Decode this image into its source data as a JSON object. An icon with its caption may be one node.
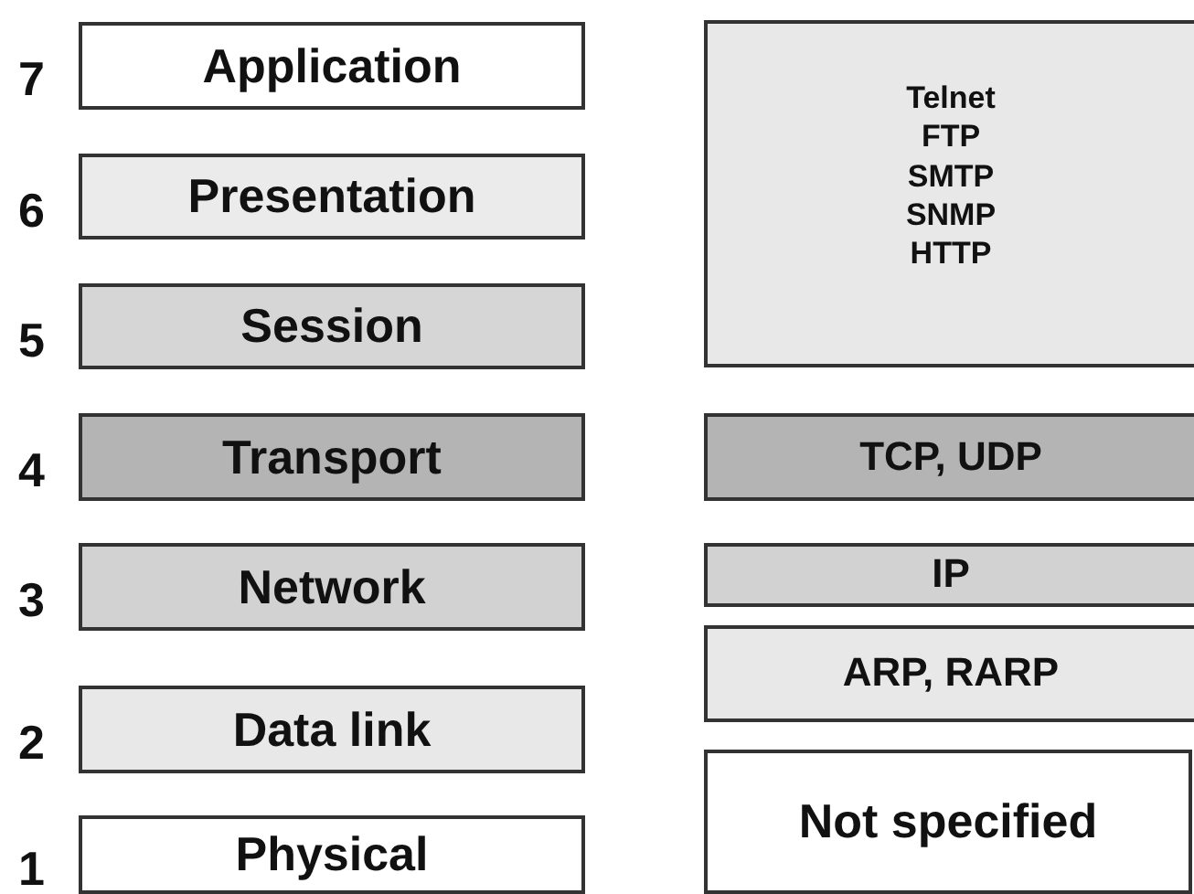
{
  "diagram": {
    "nodes": [
      {
        "text": [
          "Application"
        ],
        "beside": [
          "7"
        ]
      },
      {
        "text": [
          "Presentation"
        ],
        "beside": [
          "6"
        ]
      },
      {
        "text": [
          "Session"
        ],
        "beside": [
          "5"
        ]
      },
      {
        "text": [
          "Transport"
        ],
        "beside": [
          "4"
        ]
      },
      {
        "text": [
          "Network"
        ],
        "beside": [
          "3"
        ]
      },
      {
        "text": [
          "Data link"
        ],
        "beside": [
          "2"
        ]
      },
      {
        "text": [
          "Physical"
        ],
        "beside": [
          "1"
        ]
      },
      {
        "text": [
          "Telnet",
          "FTP",
          "SMTP",
          "SNMP",
          "HTTP"
        ]
      },
      {
        "text": [
          "TCP, UDP"
        ]
      },
      {
        "text": [
          "IP"
        ]
      },
      {
        "text": [
          "ARP, RARP"
        ]
      },
      {
        "text": [
          "Not specified"
        ]
      }
    ]
  }
}
